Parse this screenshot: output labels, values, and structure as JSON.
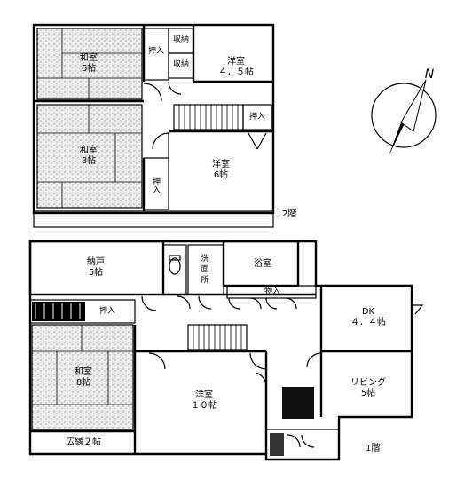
{
  "floors": {
    "upper_label": "2階",
    "lower_label": "1階"
  },
  "upper_rooms": {
    "washitsu_6": "和室\n6帖",
    "washitsu_8": "和室\n8帖",
    "youshitsu_45": "洋室\n４．５帖",
    "youshitsu_6": "洋室\n6帖",
    "oshiire_top": "押入",
    "oshiire_side": "押入",
    "oshiire_right": "押入",
    "shuno_1": "収納",
    "shuno_2": "収納"
  },
  "lower_rooms": {
    "nando": "納戸\n5帖",
    "senmenjo": "洗\n面\n所",
    "yokushitsu": "浴室",
    "monoire": "物入",
    "oshiire": "押入",
    "dk": "DK\n４．４帖",
    "living": "リビング\n5帖",
    "washitsu_8": "和室\n8帖",
    "youshitsu_10": "洋室\n１０帖",
    "hiroen": "広縁２帖"
  },
  "compass": {
    "north_label": "N"
  }
}
